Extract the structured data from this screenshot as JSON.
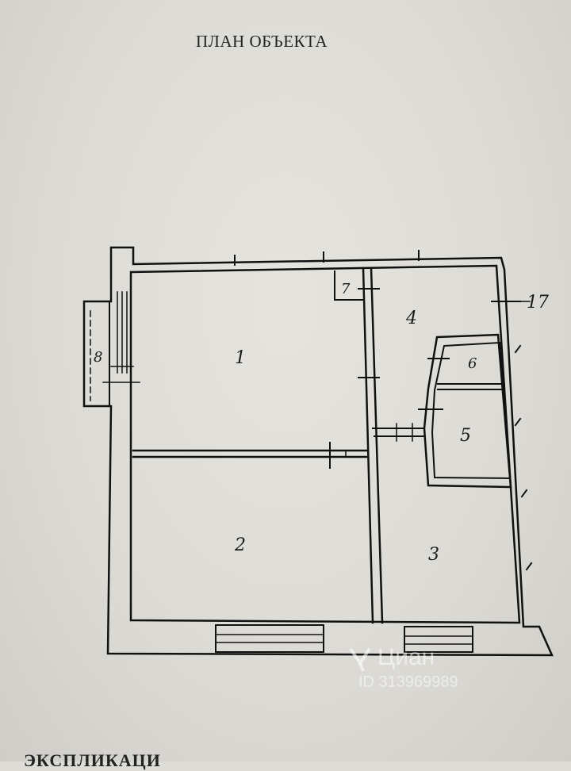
{
  "document": {
    "title": "ПЛАН ОБЪЕКТА",
    "footer_text": "ЭКСПЛИКАЦИ"
  },
  "rooms": [
    {
      "number": "1"
    },
    {
      "number": "2"
    },
    {
      "number": "3"
    },
    {
      "number": "4"
    },
    {
      "number": "5"
    },
    {
      "number": "6"
    },
    {
      "number": "7"
    },
    {
      "number": "8"
    }
  ],
  "annotation": {
    "label": "17"
  },
  "watermark": {
    "brand": "Циан",
    "id_text": "ID 313969989"
  }
}
